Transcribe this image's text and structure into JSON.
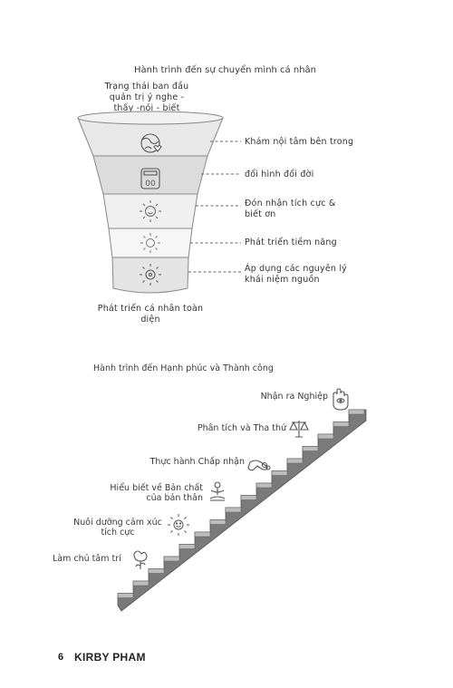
{
  "funnel": {
    "title": "Hành trình đến sự chuyển mình cá nhân",
    "top_label": [
      "Trạng thái ban đầu",
      "quản trị ý nghe -",
      "thấy -nói - biết"
    ],
    "bottom_label": [
      "Phát triển cá nhân toàn",
      "diện"
    ],
    "stages": [
      {
        "label": [
          "Khám nội tâm bên trong"
        ],
        "icon": "globe-heart-icon"
      },
      {
        "label": [
          "đổi hình đổi đời"
        ],
        "icon": "scale-icon"
      },
      {
        "label": [
          "Đón nhận tích cực &",
          "biết ơn"
        ],
        "icon": "smiling-sun-icon"
      },
      {
        "label": [
          "Phát triển tiềm năng"
        ],
        "icon": "sun-icon"
      },
      {
        "label": [
          "Áp dụng các nguyên lý",
          "khái niệm nguồn"
        ],
        "icon": "gear-sun-icon"
      }
    ]
  },
  "stairs": {
    "title": "Hành trình đến Hạnh phúc và Thành công",
    "steps": [
      {
        "label": [
          "Làm chủ tâm trí"
        ],
        "icon": "rose-icon"
      },
      {
        "label": [
          "Nuôi dưỡng cảm xúc",
          "tích cực"
        ],
        "icon": "smiling-sun-icon"
      },
      {
        "label": [
          "Hiểu biết về Bản chất",
          "của bản thân"
        ],
        "icon": "meditation-icon"
      },
      {
        "label": [
          "Thực hành Chấp nhận"
        ],
        "icon": "handshake-icon"
      },
      {
        "label": [
          "Phân tích và Tha thứ"
        ],
        "icon": "balance-scale-icon"
      },
      {
        "label": [
          "Nhận ra Nghiệp"
        ],
        "icon": "hamsa-eye-icon"
      }
    ]
  },
  "footer": {
    "page_number": "6",
    "author": "KIRBY PHAM"
  }
}
